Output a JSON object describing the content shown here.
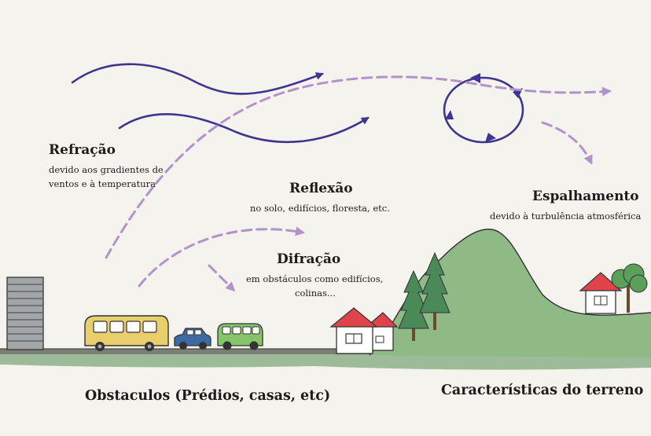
{
  "labels": {
    "refracao": {
      "title": "Refração",
      "line1": "devido aos gradientes de",
      "line2": "ventos e à temperatura"
    },
    "reflexao": {
      "title": "Reflexão",
      "line1": "no solo, edifícios, floresta, etc."
    },
    "difracao": {
      "title": "Difração",
      "line1": "em obstáculos como edifícios,",
      "line2": "colinas..."
    },
    "espalhamento": {
      "title": "Espalhamento",
      "line1": "devido à turbulência atmosférica"
    },
    "obstaculos": "Obstaculos (Prédios, casas, etc)",
    "terreno": "Características do terreno"
  },
  "colors": {
    "solid_arrow": "#3f3590",
    "dashed_arrow": "#b392cc",
    "ground": "#8eb08a",
    "road": "#7b7f74",
    "hill": "#8fba86",
    "roof": "#e0444b",
    "bus": "#e8cf6c",
    "car_blue": "#3d6aa3",
    "car_green": "#86c46a",
    "tree": "#4a8a58"
  }
}
